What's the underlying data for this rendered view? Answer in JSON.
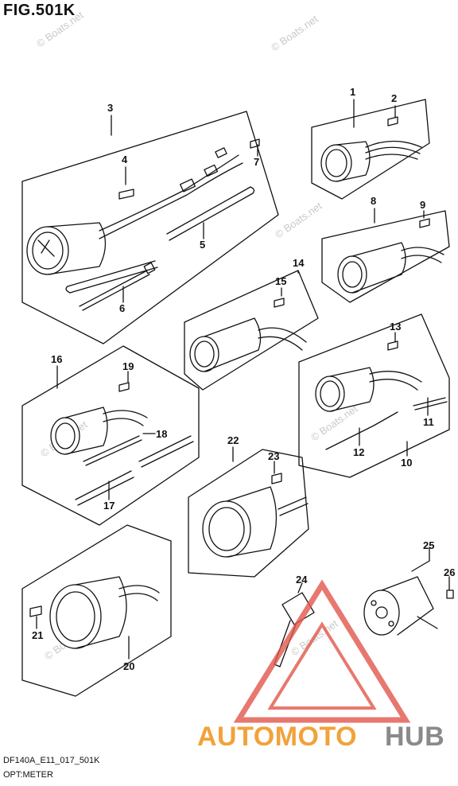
{
  "figure": {
    "title": "FIG.501K",
    "code": "DF140A_E11_017_501K",
    "name": "OPT:METER"
  },
  "callouts": [
    "1",
    "2",
    "3",
    "4",
    "5",
    "6",
    "7",
    "8",
    "9",
    "10",
    "11",
    "12",
    "13",
    "14",
    "15",
    "16",
    "17",
    "18",
    "19",
    "20",
    "21",
    "22",
    "23",
    "24",
    "25",
    "26"
  ],
  "watermark": {
    "text": "© Boats.net",
    "brand_left": "AUTOMOTO",
    "brand_right": "HUB",
    "brand_left_color": "#f2a23a",
    "brand_right_color": "#8a8a8a",
    "triangle_color": "#e2574c"
  }
}
